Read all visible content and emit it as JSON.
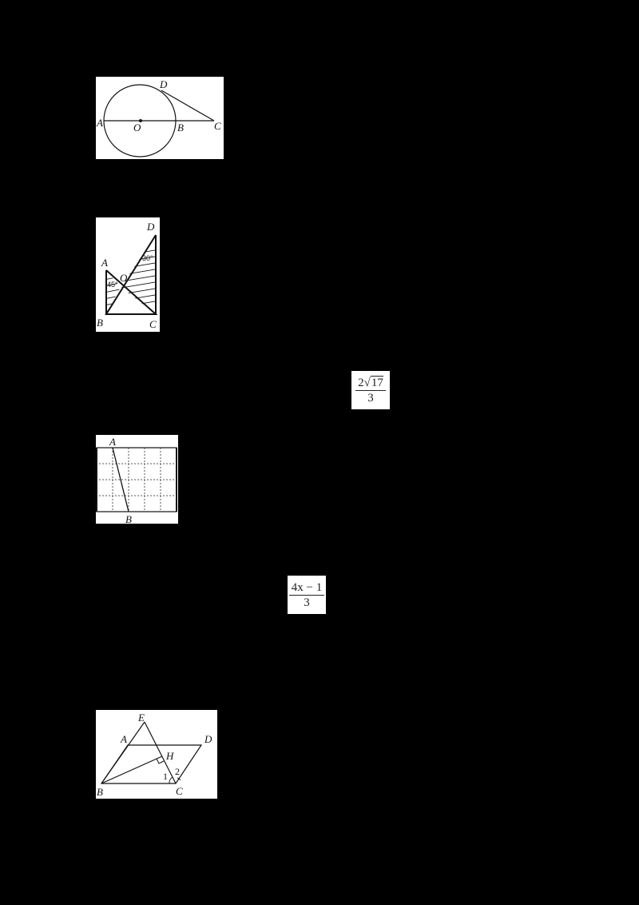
{
  "page": {
    "background": "#000000"
  },
  "figures": [
    {
      "id": "circle-tangent",
      "labels": {
        "A": "A",
        "O": "O",
        "B": "B",
        "C": "C",
        "D": "D"
      }
    },
    {
      "id": "crossed-triangles",
      "labels": {
        "A": "A",
        "B": "B",
        "C": "C",
        "D": "D",
        "O": "O"
      },
      "angles": {
        "a": "45°",
        "d": "30°"
      }
    },
    {
      "id": "fraction-sqrt",
      "numerator_coef": "2",
      "radical": "√",
      "radicand": "17",
      "denominator": "3"
    },
    {
      "id": "grid-segment",
      "labels": {
        "A": "A",
        "B": "B"
      }
    },
    {
      "id": "fraction-linear",
      "numerator": "4x − 1",
      "denominator": "3"
    },
    {
      "id": "parallelogram",
      "labels": {
        "E": "E",
        "A": "A",
        "D": "D",
        "H": "H",
        "B": "B",
        "C": "C",
        "one": "1",
        "two": "2"
      }
    }
  ]
}
